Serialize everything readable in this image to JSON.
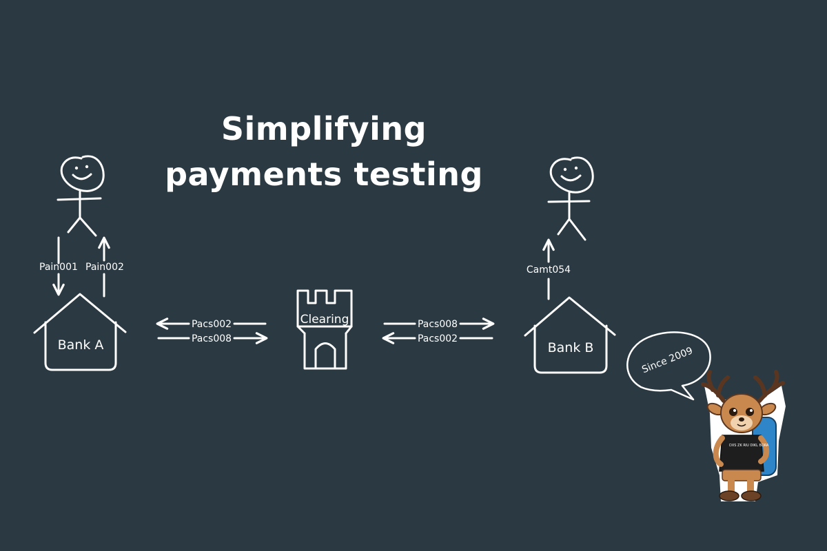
{
  "title": {
    "line1": "Simplifying",
    "line2": "payments testing"
  },
  "left_actor": {
    "out_message": "Pain001",
    "in_message": "Pain002"
  },
  "bank_a": {
    "label": "Bank A"
  },
  "bank_b": {
    "label": "Bank B"
  },
  "clearing": {
    "label": "Clearing"
  },
  "left_link": {
    "top_message": "Pacs002",
    "bottom_message": "Pacs008"
  },
  "right_link": {
    "top_message": "Pacs008",
    "bottom_message": "Pacs002"
  },
  "right_actor": {
    "in_message": "Camt054"
  },
  "mascot": {
    "speech": "Since 2009",
    "shirt_text": "DXS ZK RIU DIKL BDRA"
  },
  "colors": {
    "background": "#2b3a42",
    "ink": "#ffffff",
    "mascot_fur": "#c9894e",
    "backpack": "#2e86c9"
  }
}
